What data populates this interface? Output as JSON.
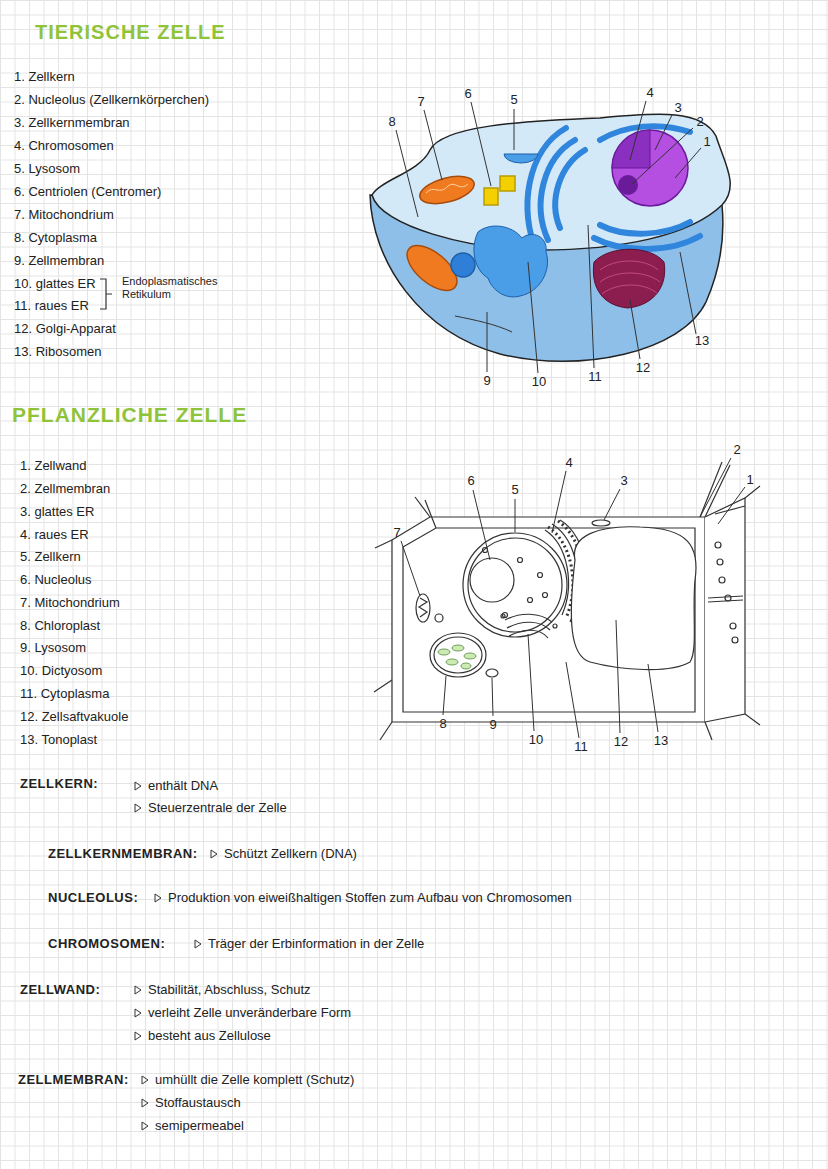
{
  "diagram": {
    "title": "TIERISCHE ZELLE",
    "labels": [
      "1. Zellkern",
      "2. Nucleolus (Zellkernkörperchen)",
      "3. Zellkernmembran",
      "4. Chromosomen",
      "5. Lysosom",
      "6. Centriolen (Centromer)",
      "7. Mitochondrium",
      "8. Cytoplasma",
      "9. Zellmembran",
      "10. glattes ER",
      "11. raues ER",
      "Endoplasmatisches Retikulum",
      "12. Golgi-Apparat",
      "13. Ribosomen",
      "1",
      "2",
      "3",
      "4",
      "5",
      "6",
      "7",
      "8",
      "9",
      "10",
      "11",
      "12",
      "13",
      "PFLANZLICHE ZELLE",
      "1. Zellwand",
      "2. Zellmembran",
      "3. glattes ER",
      "4. raues ER",
      "5. Zellkern",
      "6. Nucleolus",
      "7. Mitochondrium",
      "8. Chloroplast",
      "9. Lysosom",
      "10. Dictyosom",
      "11. Cytoplasma",
      "12. Zellsaftvakuole",
      "13. Tonoplast",
      "1",
      "2",
      "3",
      "4",
      "5",
      "6",
      "7",
      "8",
      "9",
      "10",
      "11",
      "12",
      "13",
      "ZELLKERN:",
      "enthält DNA",
      "Steuerzentrale der Zelle",
      "ZELLKERNMEMBRAN:",
      "Schützt Zellkern (DNA)",
      "NUCLEOLUS:",
      "Produktion von eiweißhaltigen Stoffen zum Aufbau von Chromosomen",
      "CHROMOSOMEN:",
      "Träger der Erbinformation in der Zelle",
      "ZELLWAND:",
      "Stabilität, Abschluss, Schutz",
      "verleiht Zelle unveränderbare Form",
      "besteht aus Zellulose",
      "ZELLMEMBRAN:",
      "umhüllt die Zelle komplett (Schutz)",
      "Stoffaustausch",
      "semipermeabel"
    ]
  }
}
